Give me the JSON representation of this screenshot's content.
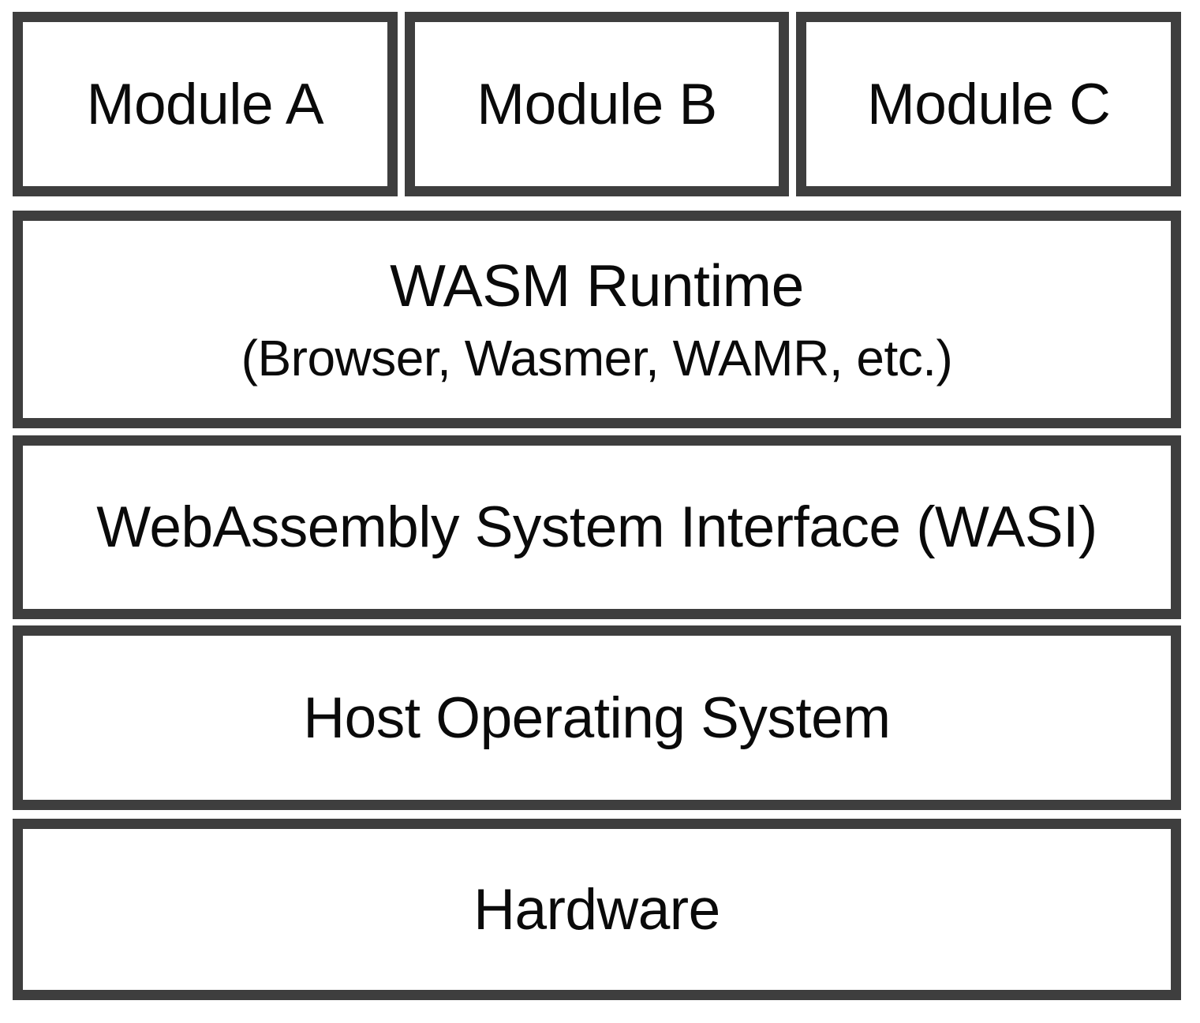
{
  "diagram": {
    "modules": [
      {
        "label": "Module A"
      },
      {
        "label": "Module B"
      },
      {
        "label": "Module C"
      }
    ],
    "runtime": {
      "title": "WASM Runtime",
      "subtitle": "(Browser, Wasmer, WAMR, etc.)"
    },
    "wasi": {
      "label": "WebAssembly System Interface (WASI)"
    },
    "host_os": {
      "label": "Host Operating System"
    },
    "hardware": {
      "label": "Hardware"
    },
    "colors": {
      "border": "#3e3e3e",
      "text": "#0a0a0a",
      "background": "#ffffff"
    }
  }
}
